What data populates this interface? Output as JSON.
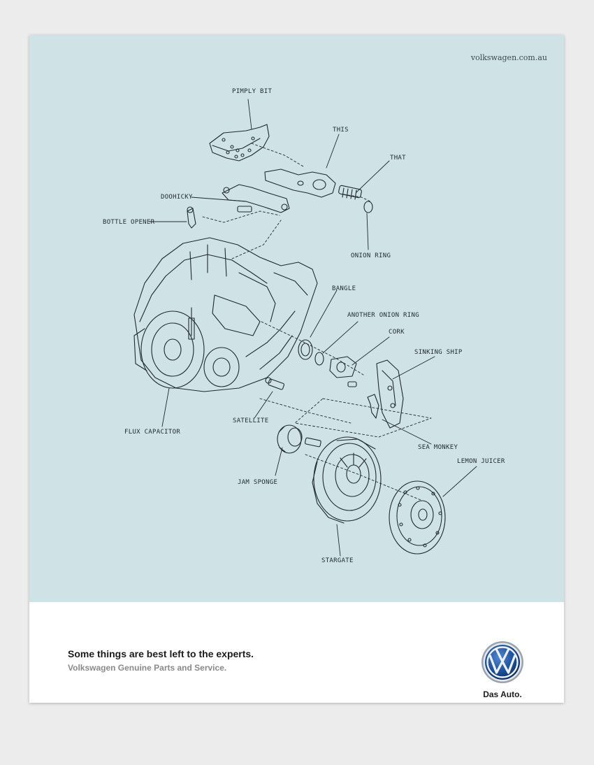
{
  "site_url": "volkswagen.com.au",
  "part_labels": {
    "pimply_bit": "PIMPLY BIT",
    "this": "THIS",
    "that": "THAT",
    "doohicky": "DOOHICKY",
    "bottle_opener": "BOTTLE OPENER",
    "onion_ring": "ONION RING",
    "bangle": "BANGLE",
    "another_onion_ring": "ANOTHER ONION RING",
    "cork": "CORK",
    "sinking_ship": "SINKING SHIP",
    "flux_capacitor": "FLUX CAPACITOR",
    "satellite": "SATELLITE",
    "sea_monkey": "SEA MONKEY",
    "lemon_juicer": "LEMON JUICER",
    "jam_sponge": "JAM SPONGE",
    "stargate": "STARGATE"
  },
  "footer": {
    "headline": "Some things are best left to the experts.",
    "subline": "Volkswagen Genuine Parts and Service.",
    "tagline": "Das Auto."
  },
  "colors": {
    "diagram_background": "#cfe2e6",
    "line_art": "#1f2a30",
    "logo_blue": "#1b4f9c"
  },
  "icons": {
    "brand_logo": "vw-logo-icon"
  }
}
